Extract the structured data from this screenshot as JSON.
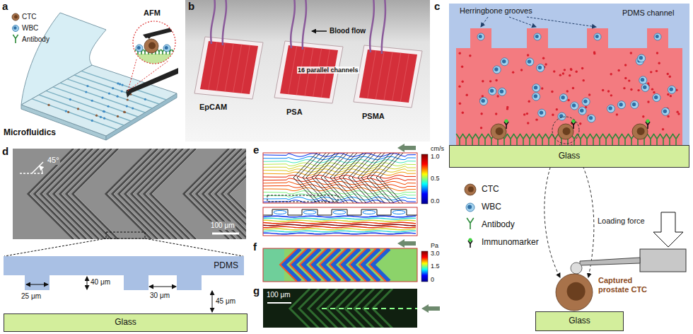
{
  "diagram": {
    "nodes": [
      {
        "text": [
          "Glass"
        ]
      },
      {
        "text": [
          "Glass"
        ]
      },
      {
        "text": [
          "PDMS"
        ]
      },
      {
        "text": [
          "Glass"
        ]
      }
    ],
    "labels": [
      "a",
      "b",
      "c",
      "d",
      "e",
      "f",
      "g",
      "AFM",
      "Microfluidics",
      "EpCAM",
      "PSA",
      "PSMA",
      "Blood flow",
      "16 parallel channels",
      "Herringbone grooves",
      "PDMS channel",
      "Loading force",
      "Captured prostate CTC",
      "45°",
      "100 μm",
      "25 μm",
      "40 μm",
      "30 μm",
      "45 μm",
      "cm/s",
      "1.0",
      "0.5",
      "0.0",
      "Pa",
      "3.0",
      "1.5",
      "0",
      "100 μm"
    ],
    "legend": [
      {
        "text": "CTC"
      },
      {
        "text": "WBC"
      },
      {
        "text": "Antibody"
      },
      {
        "text": "CTC"
      },
      {
        "text": "WBC"
      },
      {
        "text": "Antibody"
      },
      {
        "text": "Immunomarker"
      }
    ]
  }
}
